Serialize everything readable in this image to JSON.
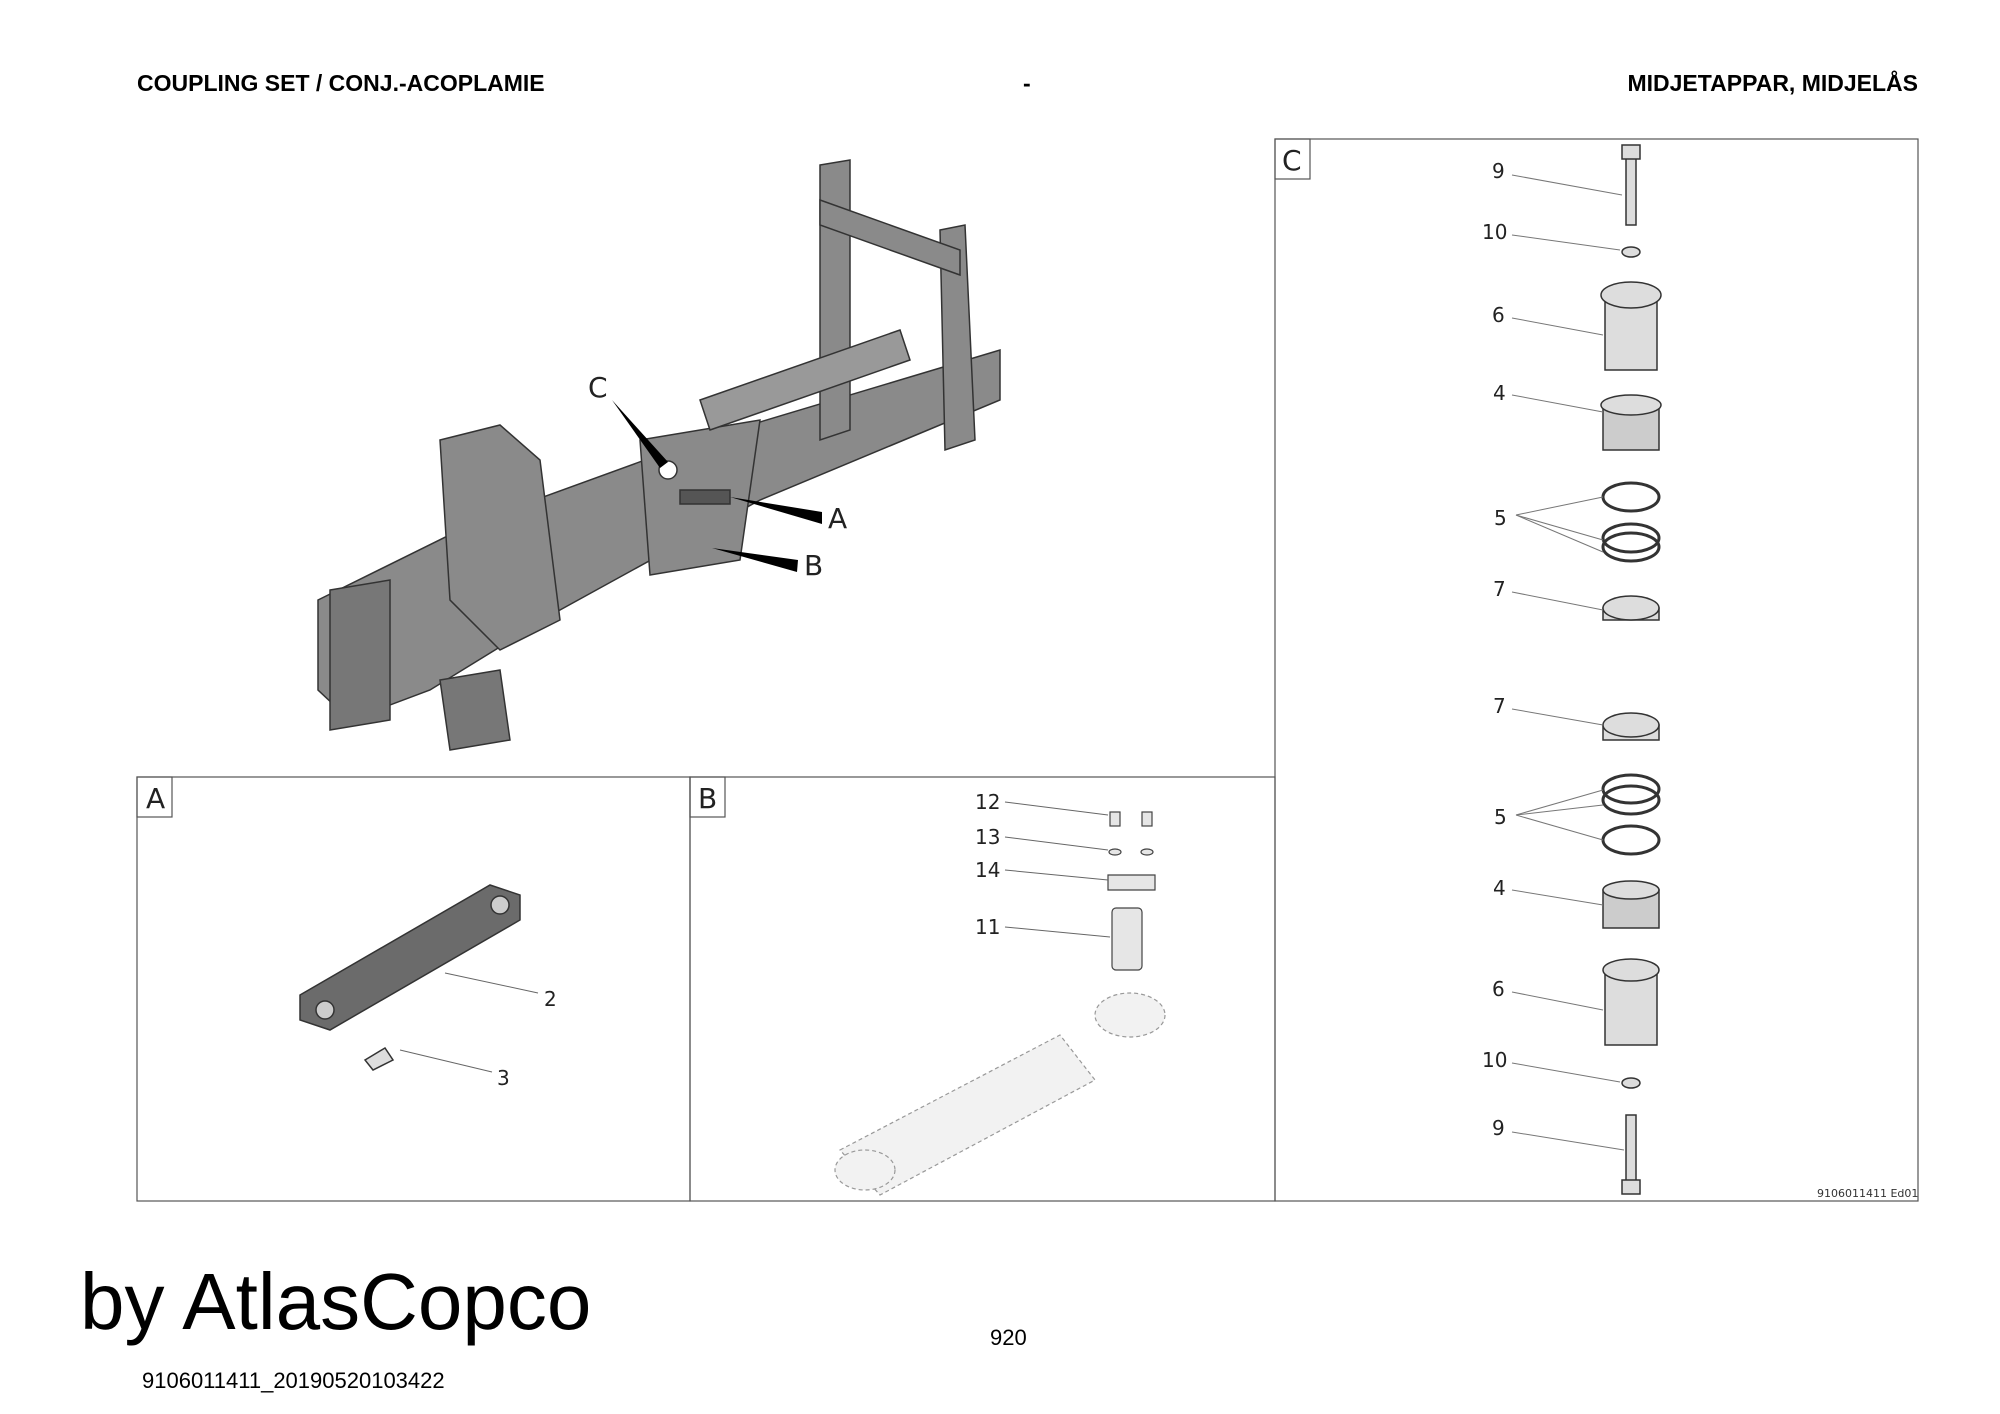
{
  "header": {
    "left_title": "COUPLING SET / CONJ.-ACOPLAMIE",
    "center": "-",
    "right_title": "MIDJETAPPAR, MIDJELÅS"
  },
  "main_view": {
    "callouts": [
      "C",
      "A",
      "B"
    ]
  },
  "panel_a": {
    "label": "A",
    "parts": [
      "2",
      "3"
    ]
  },
  "panel_b": {
    "label": "B",
    "parts": [
      "12",
      "13",
      "14",
      "11"
    ]
  },
  "panel_c": {
    "label": "C",
    "parts": [
      "9",
      "10",
      "6",
      "4",
      "5",
      "7",
      "7",
      "5",
      "4",
      "6",
      "10",
      "9"
    ],
    "reference": "9106011411 Ed01"
  },
  "footer": {
    "brand": "by AtlasCopco",
    "doc_ref": "9106011411_20190520103422",
    "page": "920"
  }
}
